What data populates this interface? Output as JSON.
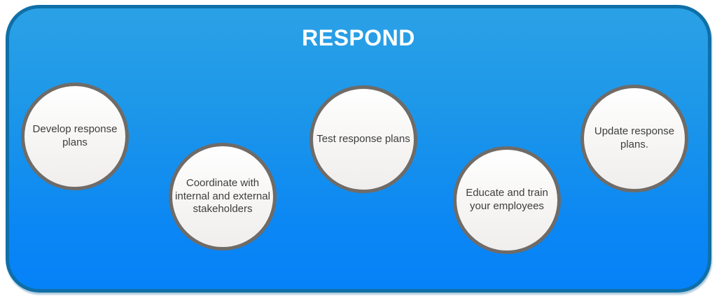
{
  "diagram": {
    "title": "RESPOND",
    "steps": [
      {
        "label": "Develop response plans"
      },
      {
        "label": "Coordinate with internal and external stakeholders"
      },
      {
        "label": "Test response plans"
      },
      {
        "label": "Educate and train your employees"
      },
      {
        "label": "Update response plans."
      }
    ],
    "colors": {
      "panel_gradient_top": "#2ba1e6",
      "panel_gradient_bottom": "#0682f8",
      "panel_border": "#0f6fa7",
      "circle_fill": "#f7f6f5",
      "circle_border": "#6f6b67",
      "title_text": "#ffffff",
      "step_text": "#3e3e3e"
    }
  }
}
